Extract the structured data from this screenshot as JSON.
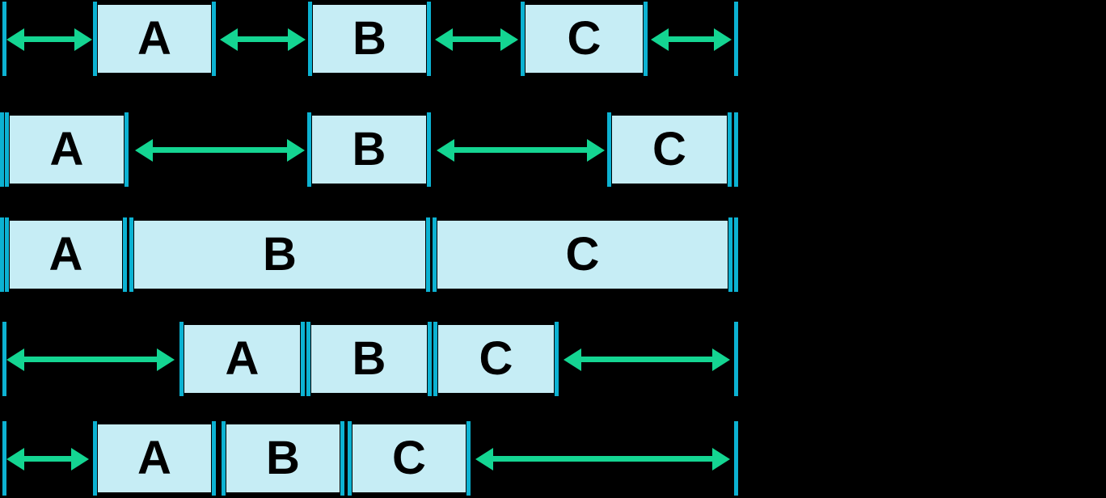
{
  "colors": {
    "background": "#000000",
    "box_fill": "#c6edf5",
    "edge_bar": "#0cb2d2",
    "arrow": "#14d592",
    "label_text": "#000000"
  },
  "rows": [
    {
      "boxes": [
        {
          "label": "A"
        },
        {
          "label": "B"
        },
        {
          "label": "C"
        }
      ]
    },
    {
      "boxes": [
        {
          "label": "A"
        },
        {
          "label": "B"
        },
        {
          "label": "C"
        }
      ]
    },
    {
      "boxes": [
        {
          "label": "A"
        },
        {
          "label": "B"
        },
        {
          "label": "C"
        }
      ]
    },
    {
      "boxes": [
        {
          "label": "A"
        },
        {
          "label": "B"
        },
        {
          "label": "C"
        }
      ]
    },
    {
      "boxes": [
        {
          "label": "A"
        },
        {
          "label": "B"
        },
        {
          "label": "C"
        }
      ]
    }
  ]
}
